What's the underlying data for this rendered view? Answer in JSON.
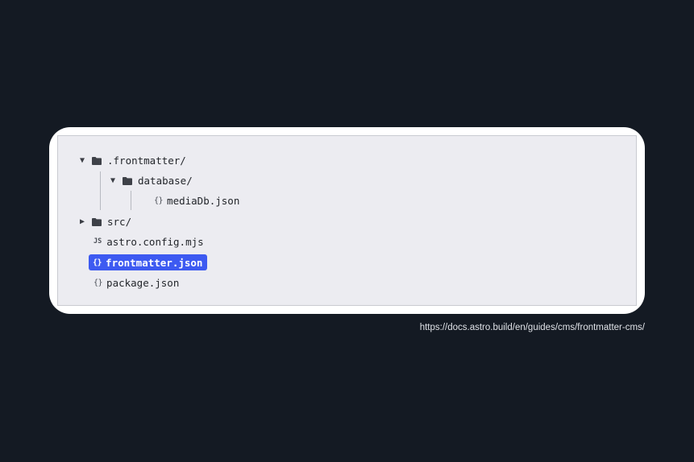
{
  "file_tree": {
    "items": [
      {
        "label": ".frontmatter/",
        "type": "folder",
        "expanded": true,
        "icon": "folder-icon",
        "caret": "▼"
      },
      {
        "label": "database/",
        "type": "folder",
        "expanded": true,
        "icon": "folder-icon",
        "caret": "▼"
      },
      {
        "label": "mediaDb.json",
        "type": "file",
        "icon": "{}",
        "icon_name": "json-file-icon"
      },
      {
        "label": "src/",
        "type": "folder",
        "expanded": false,
        "icon": "folder-icon",
        "caret": "▶"
      },
      {
        "label": "astro.config.mjs",
        "type": "file",
        "icon": "JS",
        "icon_name": "js-file-icon"
      },
      {
        "label": "frontmatter.json",
        "type": "file",
        "icon": "{}",
        "icon_name": "json-file-icon",
        "selected": true
      },
      {
        "label": "package.json",
        "type": "file",
        "icon": "{}",
        "icon_name": "json-file-icon"
      }
    ]
  },
  "source_url": "https://docs.astro.build/en/guides/cms/frontmatter-cms/",
  "colors": {
    "background": "#141a23",
    "card": "#ffffff",
    "panel": "#ececf1",
    "selection": "#3d5af1"
  }
}
